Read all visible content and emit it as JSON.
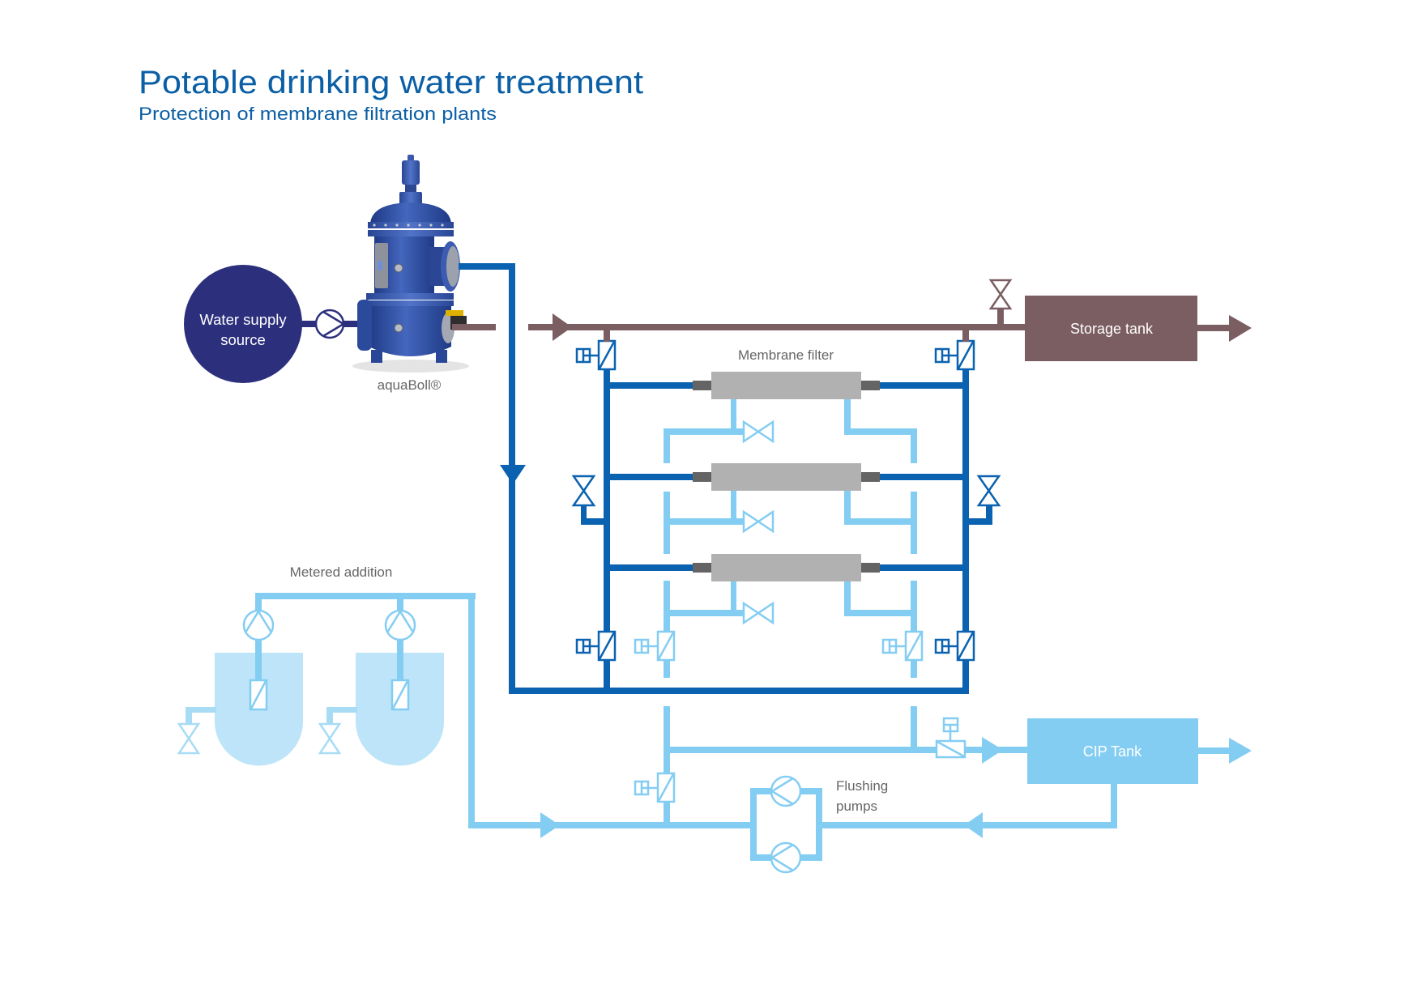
{
  "header": {
    "title": "Potable drinking water treatment",
    "subtitle": "Protection of membrane filtration plants"
  },
  "colors": {
    "heading": "#0b5fa5",
    "supply_source": "#2c2f7c",
    "feed_line": "#0a62b0",
    "filtrate_line": "#7b5e62",
    "flushing_line": "#84cdf2",
    "dosing_tank": "#bde4f8",
    "dosing_drain": "#a8dcf5",
    "membrane_body": "#b1b1b1",
    "membrane_cap": "#646464",
    "label_text": "#666666"
  },
  "components": {
    "water_supply": {
      "label_line1": "Water supply",
      "label_line2": "source"
    },
    "filter": {
      "label": "aquaBoll®"
    },
    "membrane_filter": {
      "label": "Membrane filter",
      "module_count": 3
    },
    "storage_tank": {
      "label": "Storage tank"
    },
    "cip_tank": {
      "label": "CIP Tank"
    },
    "metered_addition": {
      "label": "Metered addition",
      "tank_count": 2
    },
    "flushing_pumps": {
      "label_line1": "Flushing",
      "label_line2": "pumps",
      "pump_count": 2
    }
  },
  "symbols": {
    "pump": "pump-icon",
    "control_valve": "control-valve-icon",
    "shutoff_valve": "shutoff-valve-icon",
    "solenoid_valve": "solenoid-valve-icon",
    "flow_arrow": "flow-arrow-icon"
  }
}
